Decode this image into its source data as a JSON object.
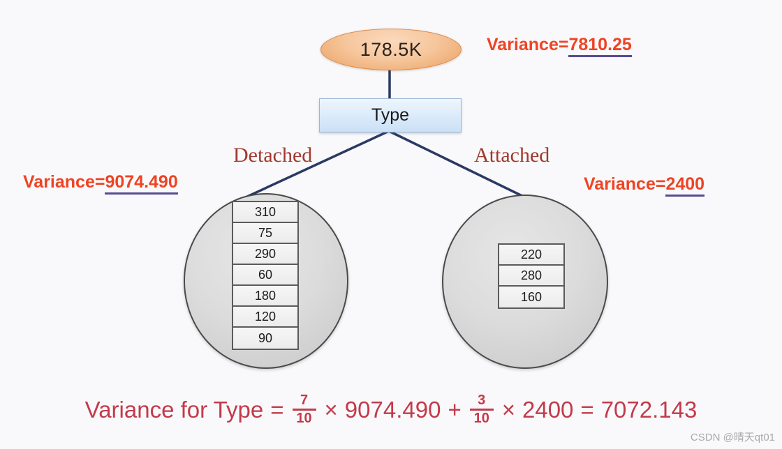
{
  "diagram": {
    "root": {
      "label": "178.5K"
    },
    "split_node": {
      "label": "Type"
    },
    "branches": {
      "left_label": "Detached",
      "right_label": "Attached"
    },
    "annotations": {
      "root_variance": {
        "prefix": "Variance=",
        "value": "7810.25"
      },
      "left_variance": {
        "prefix": "Variance=",
        "value": "9074.490"
      },
      "right_variance": {
        "prefix": "Variance=",
        "value": "2400"
      }
    },
    "leaves": {
      "left": {
        "values": [
          "310",
          "75",
          "290",
          "60",
          "180",
          "120",
          "90"
        ]
      },
      "right": {
        "values": [
          "220",
          "280",
          "160"
        ]
      }
    }
  },
  "formula": {
    "lead": "Variance for Type",
    "equals": "=",
    "term1": {
      "numerator": "7",
      "denominator": "10",
      "times": "×",
      "factor": "9074.490"
    },
    "plus": "+",
    "term2": {
      "numerator": "3",
      "denominator": "10",
      "times": "×",
      "factor": "2400"
    },
    "result_equals": "=",
    "result": "7072.143"
  },
  "watermark": {
    "text": "CSDN @晴天qt01"
  },
  "colors": {
    "variance_text": "#ef4323",
    "variance_underline": "#5a4a91",
    "branch_label": "#a03a30",
    "formula": "#c33a4a",
    "edge": "#2b3a63",
    "root_fill": "#f3bd8f",
    "type_fill": "#d6e6f8",
    "leaf_fill": "#d8d8d8"
  }
}
